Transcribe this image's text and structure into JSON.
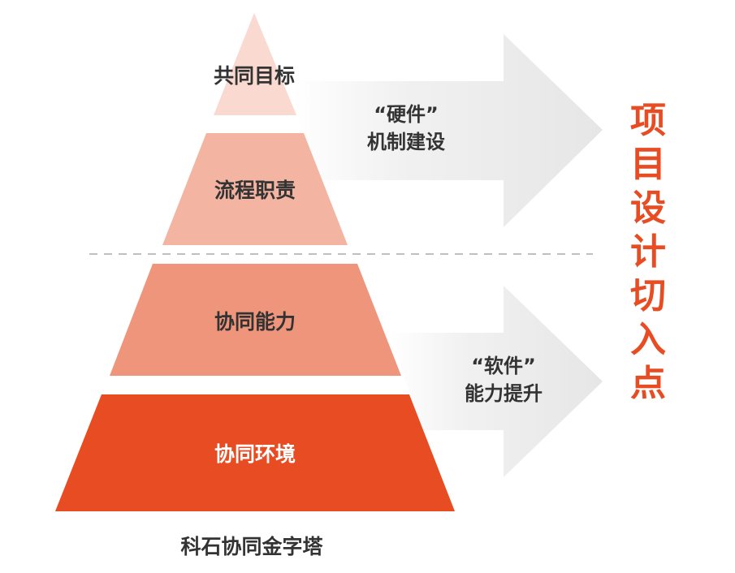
{
  "pyramid": {
    "tiers": [
      {
        "label": "共同目标",
        "color": "#f9d9d0"
      },
      {
        "label": "流程职责",
        "color": "#f3b4a1"
      },
      {
        "label": "协同能力",
        "color": "#ef957c"
      },
      {
        "label": "协同环境",
        "color": "#e84c23"
      }
    ],
    "caption": "科石协同金字塔"
  },
  "arrows": [
    {
      "line1": "“硬件”",
      "line2": "机制建设"
    },
    {
      "line1": "“软件”",
      "line2": "能力提升"
    }
  ],
  "side_title": "项目设计切入点",
  "colors": {
    "accent": "#e84c23",
    "arrow_fill": "#ececec",
    "divider": "#bfbfbf",
    "text": "#333333"
  }
}
